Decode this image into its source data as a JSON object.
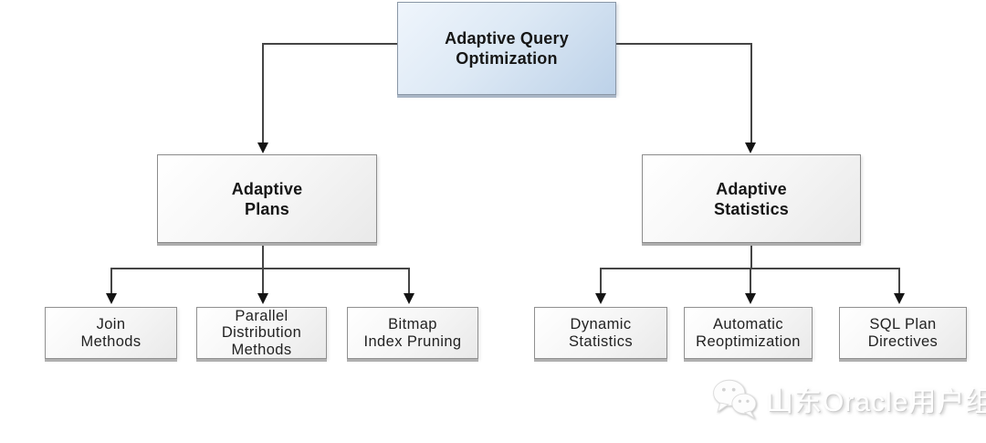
{
  "diagram": {
    "root": {
      "label": "Adaptive Query\nOptimization"
    },
    "branches": [
      {
        "label": "Adaptive\nPlans",
        "children": [
          {
            "label": "Join\nMethods"
          },
          {
            "label": "Parallel\nDistribution\nMethods"
          },
          {
            "label": "Bitmap\nIndex Pruning"
          }
        ]
      },
      {
        "label": "Adaptive\nStatistics",
        "children": [
          {
            "label": "Dynamic\nStatistics"
          },
          {
            "label": "Automatic\nReoptimization"
          },
          {
            "label": "SQL Plan\nDirectives"
          }
        ]
      }
    ]
  },
  "watermark": {
    "text": "山东Oracle用户组",
    "icon": "wechat-icon"
  },
  "colors": {
    "root_box_top": "#eff5fc",
    "root_box_bottom": "#bcd1e8",
    "gray_box_top": "#ffffff",
    "gray_box_bottom": "#e9e9e9",
    "box_border": "#8c8c8c",
    "connector": "#454545",
    "arrowhead": "#141414",
    "watermark_shadow": "#cccccc"
  }
}
